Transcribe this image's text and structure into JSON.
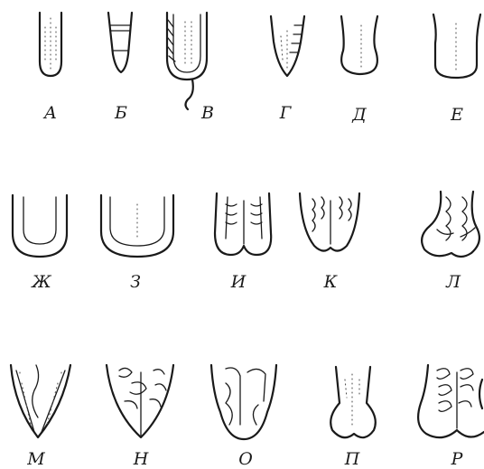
{
  "figure": {
    "labels": [
      "А",
      "Б",
      "В",
      "Г",
      "Д",
      "Е",
      "Ж",
      "З",
      "И",
      "К",
      "Л",
      "М",
      "Н",
      "О",
      "П",
      "Р"
    ]
  }
}
